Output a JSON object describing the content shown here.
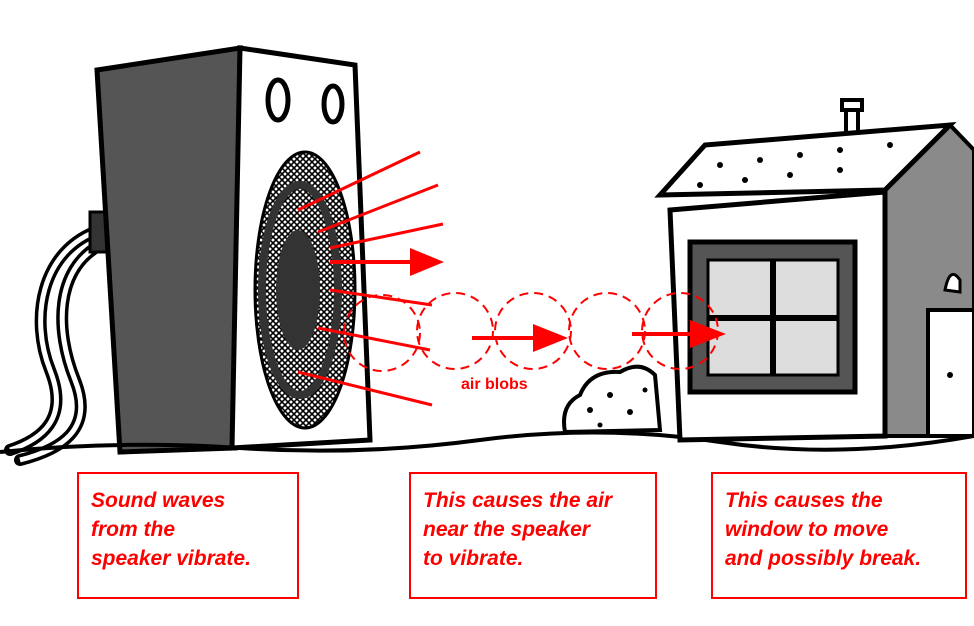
{
  "illustration": {
    "label_air": "air blobs"
  },
  "captions": [
    {
      "lines": [
        "Sound waves",
        "from the",
        "speaker vibrate."
      ]
    },
    {
      "lines": [
        "This causes the air",
        "near the speaker",
        "to vibrate."
      ]
    },
    {
      "lines": [
        "This causes the",
        "window to move",
        "and possibly break."
      ]
    }
  ],
  "colors": {
    "accent": "#ff0000",
    "ink": "#000000",
    "speaker_side": "#555555",
    "house_side": "#8a8a8a"
  }
}
